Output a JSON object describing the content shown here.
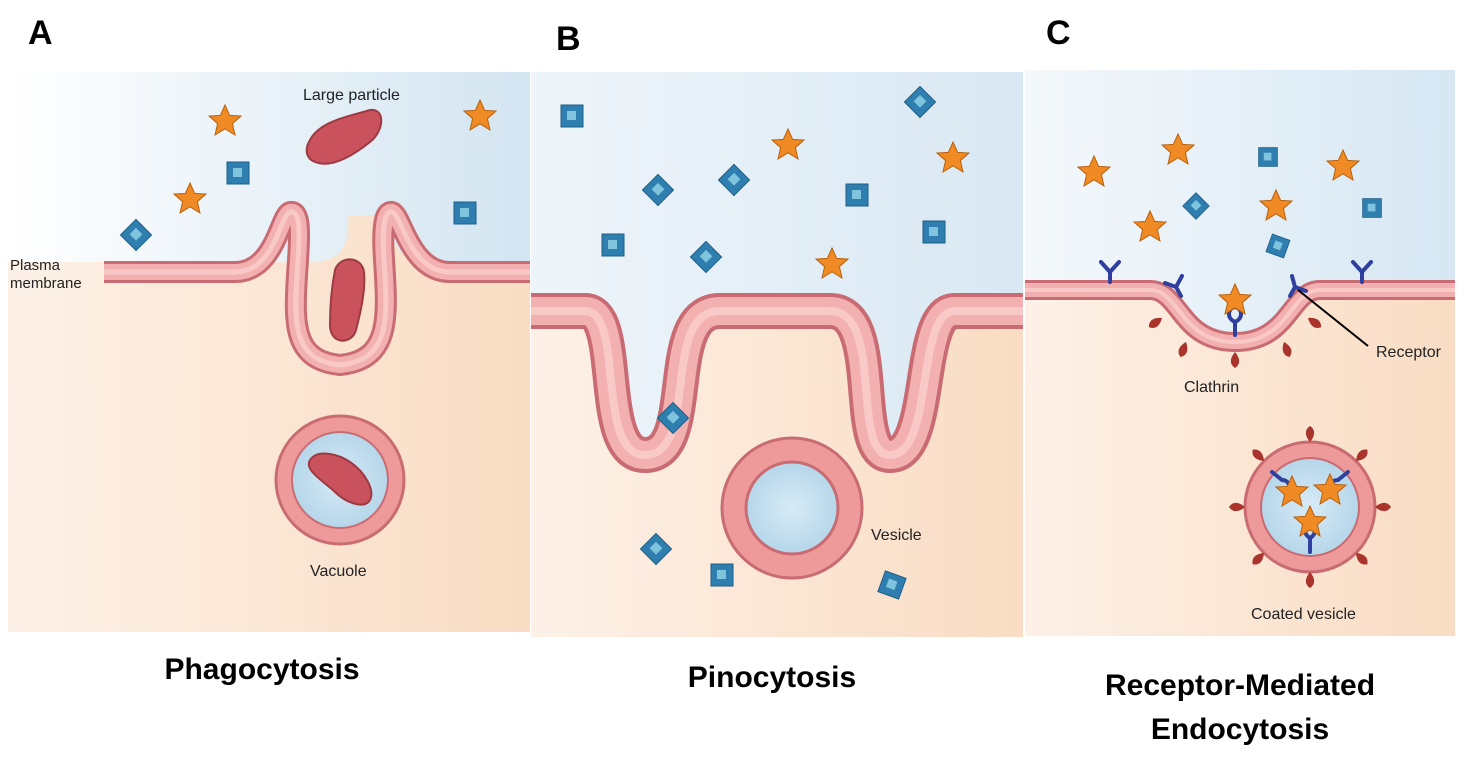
{
  "panels": [
    {
      "letter": "A",
      "caption": "Phagocytosis"
    },
    {
      "letter": "B",
      "caption": "Pinocytosis"
    },
    {
      "letter": "C",
      "caption_line1": "Receptor-Mediated",
      "caption_line2": "Endocytosis"
    }
  ],
  "labels": {
    "large_particle": "Large particle",
    "plasma_line1": "Plasma",
    "plasma_line2": "membrane",
    "vacuole": "Vacuole",
    "vesicle": "Vesicle",
    "receptor": "Receptor",
    "clathrin": "Clathrin",
    "coated_vesicle": "Coated vesicle"
  },
  "colors": {
    "extracellular": "#dbe9f3",
    "cytoplasm": "#fbe2cc",
    "membrane": "#ef9a9a",
    "membrane_dark": "#c96b72",
    "particle": "#c9525c",
    "star": "#f08a24",
    "square": "#2e7fb0",
    "receptor": "#2f3f9e",
    "clathrin": "#a8342b"
  }
}
